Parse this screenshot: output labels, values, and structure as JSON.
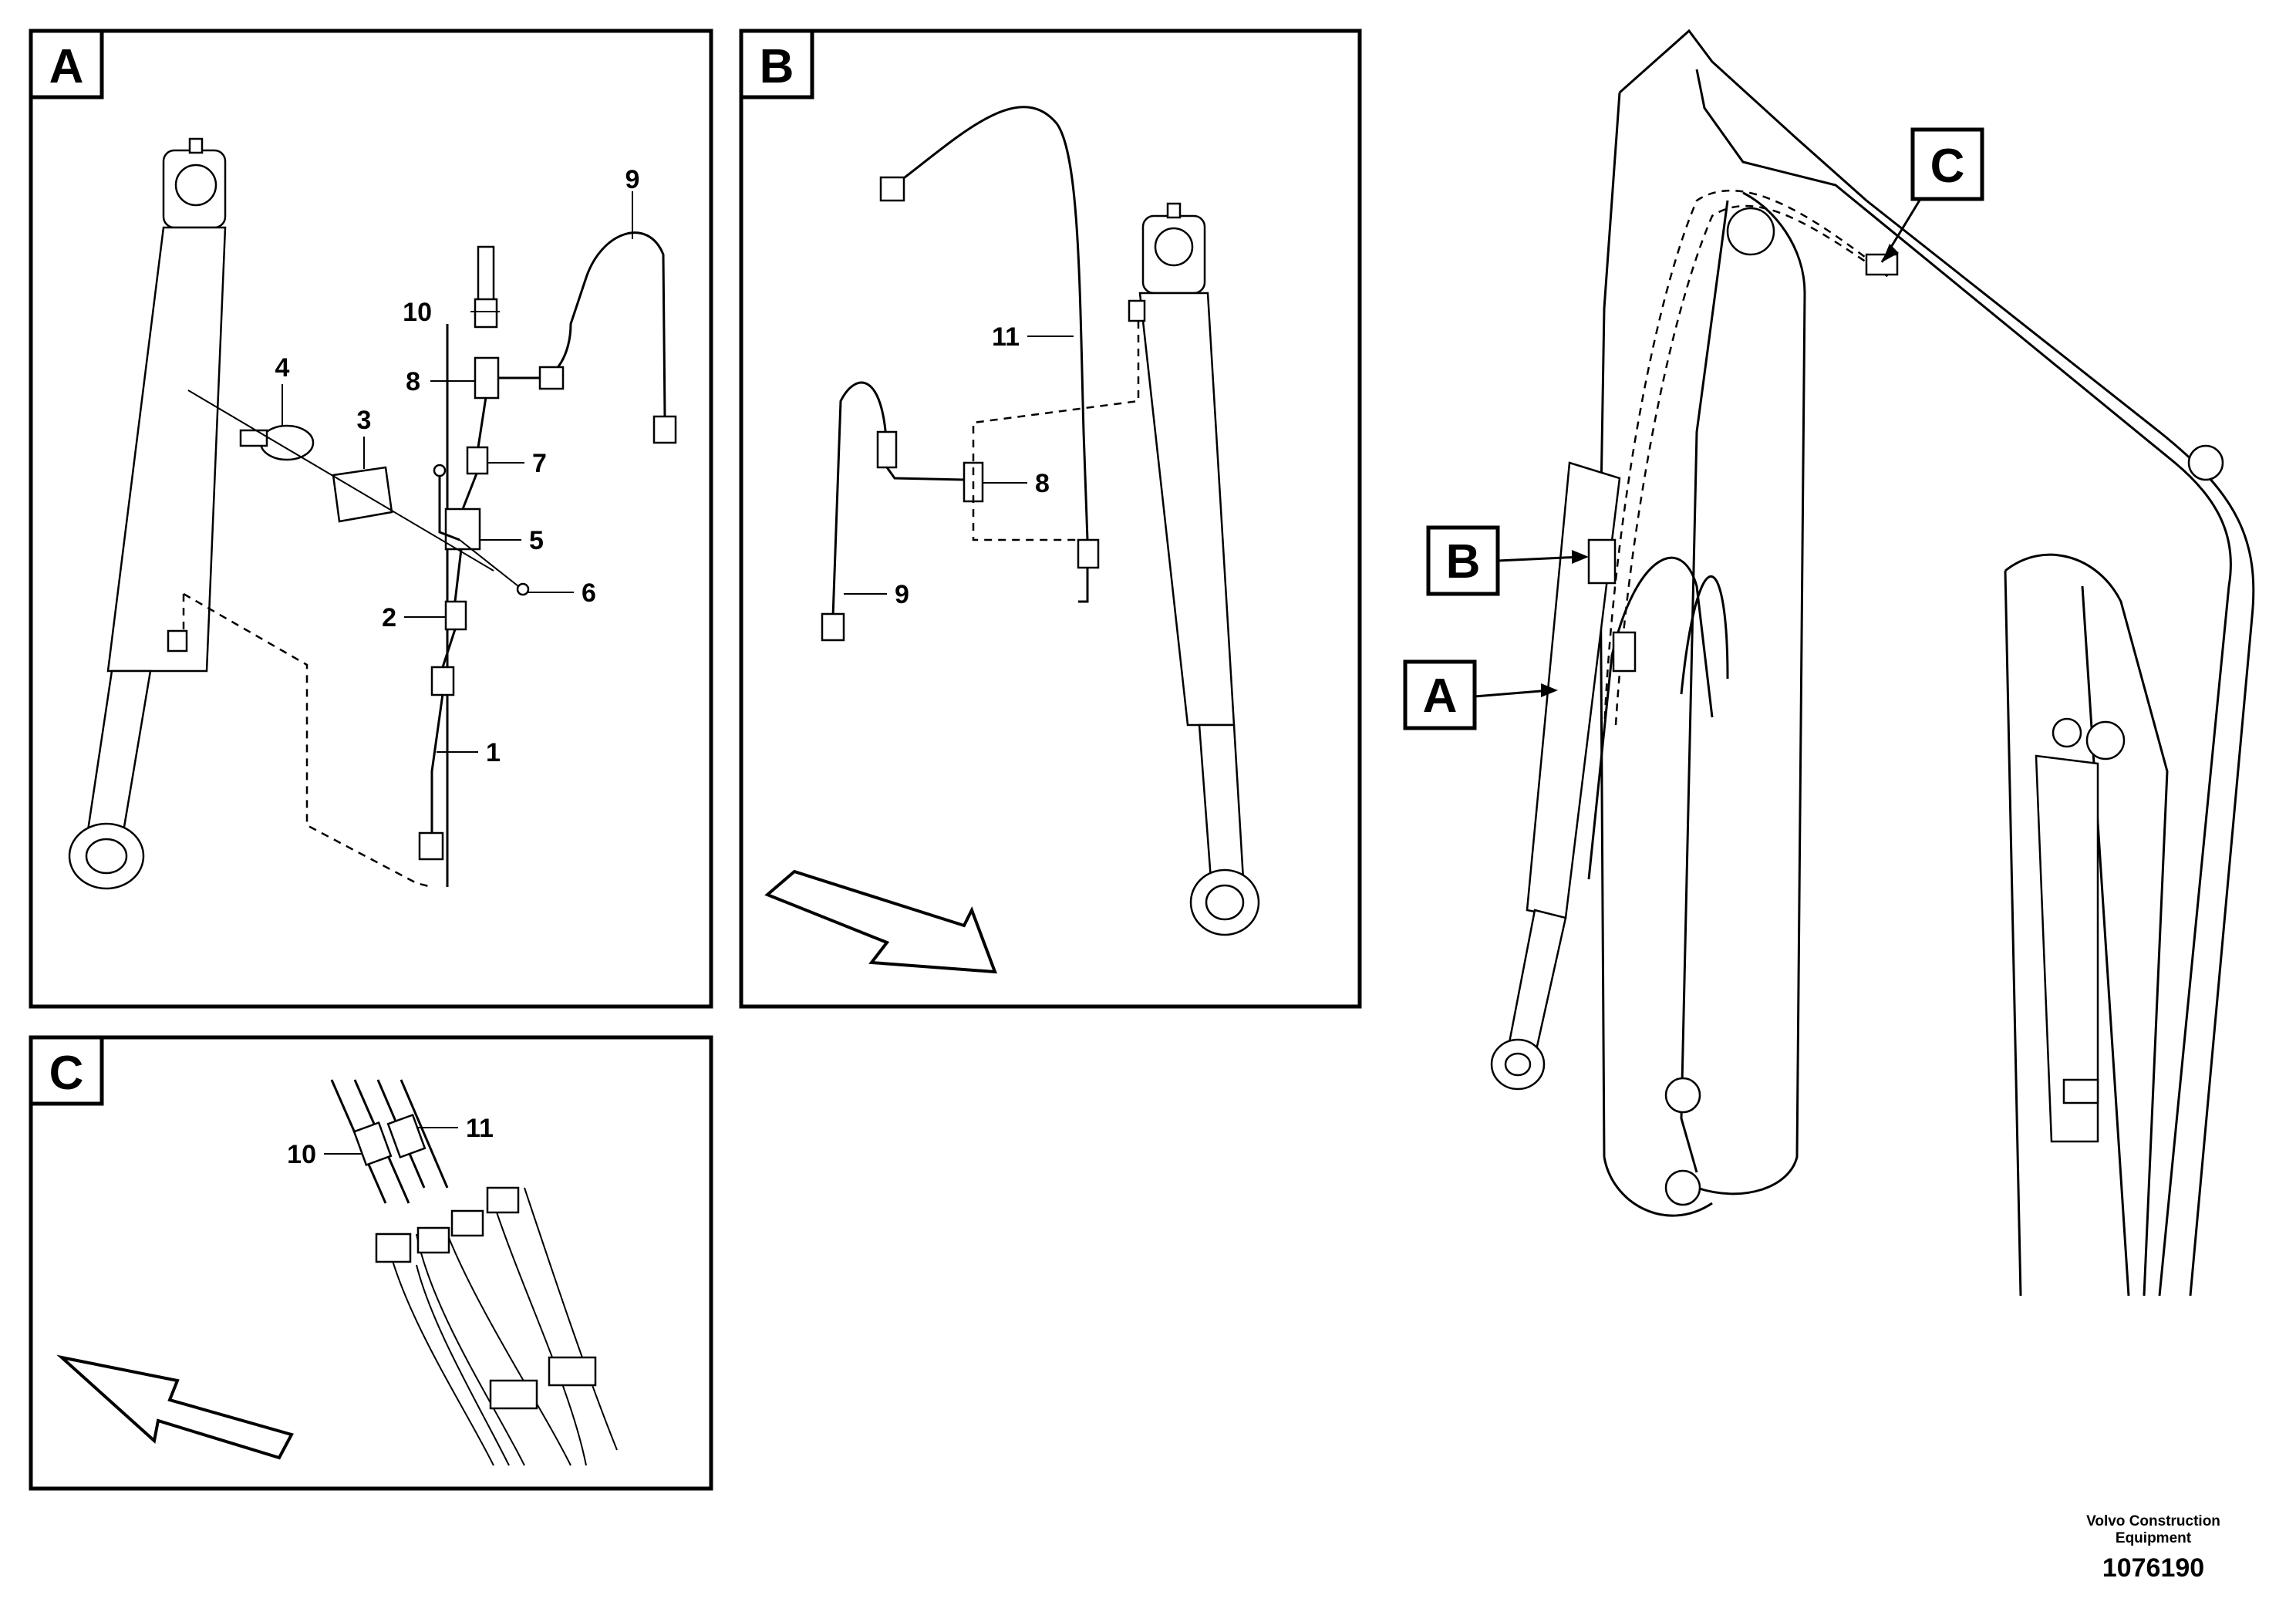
{
  "panels": {
    "a": {
      "letter": "A"
    },
    "b": {
      "letter": "B"
    },
    "c": {
      "letter": "C"
    }
  },
  "callouts": {
    "a": {
      "p1": "1",
      "p2": "2",
      "p3": "3",
      "p4": "4",
      "p5": "5",
      "p6": "6",
      "p7": "7",
      "p8": "8",
      "p9": "9",
      "p10": "10"
    },
    "b": {
      "p8": "8",
      "p9": "9",
      "p11": "11"
    },
    "c": {
      "p10": "10",
      "p11": "11"
    }
  },
  "overview": {
    "tag_a": "A",
    "tag_b": "B",
    "tag_c": "C"
  },
  "footer": {
    "company_line1": "Volvo Construction",
    "company_line2": "Equipment",
    "drawing_number": "1076190"
  }
}
